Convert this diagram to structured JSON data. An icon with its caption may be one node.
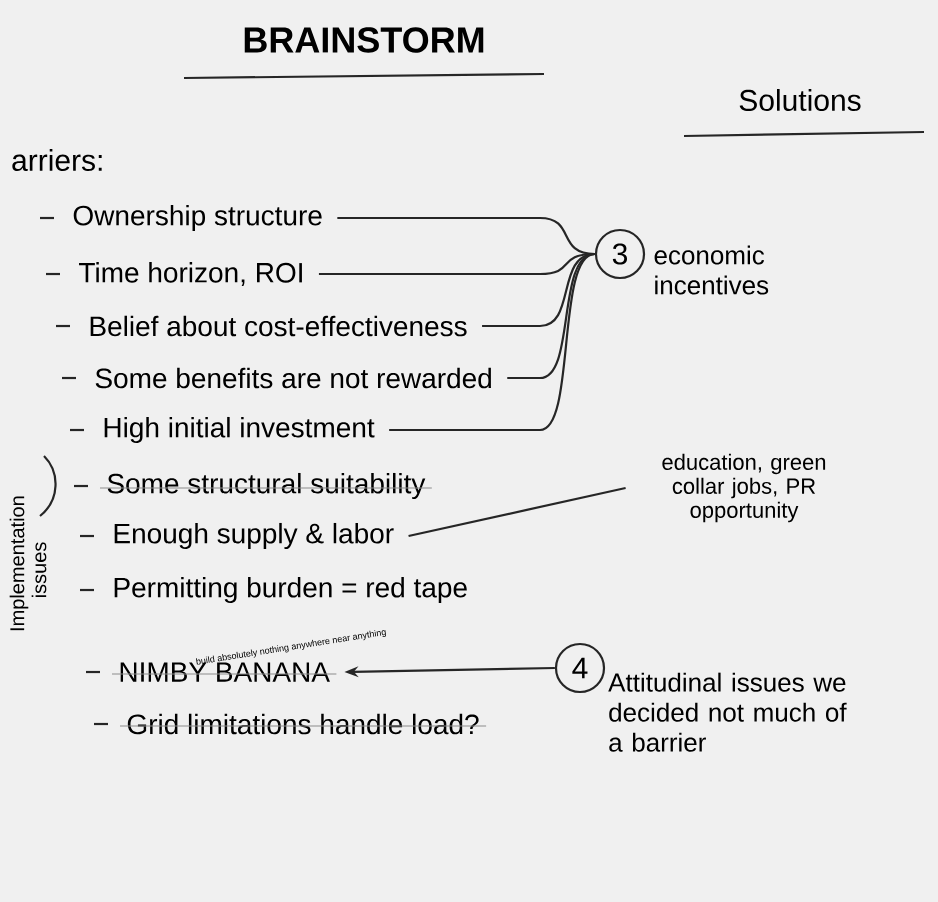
{
  "diagram": {
    "title": "BRAINSTORM",
    "nodes": [
      {
        "text": [
          "Ownership structure"
        ]
      },
      {
        "text": [
          "Time horizon, ROI"
        ]
      },
      {
        "text": [
          "Belief about cost-effectiveness"
        ]
      },
      {
        "text": [
          "Some benefits are not rewarded"
        ]
      },
      {
        "text": [
          "High initial investment"
        ]
      },
      {
        "text": [
          "Some structural suitability"
        ]
      },
      {
        "text": [
          "Enough supply & labor"
        ]
      },
      {
        "text": [
          "Permitting burden = red tape"
        ]
      },
      {
        "text": [
          "NIMBY BANANA"
        ],
        "beside": [
          "build absolutely nothing anywhere near anything"
        ]
      },
      {
        "text": [
          "Grid limitations handle load?"
        ]
      },
      {
        "text": [
          "3"
        ],
        "beside": [
          "economic incentives"
        ]
      },
      {
        "text": [
          "education, green collar jobs, PR opportunity"
        ]
      },
      {
        "text": [
          "4"
        ],
        "beside": [
          "Attitudinal issues we decided not much of a barrier"
        ]
      }
    ],
    "edges": [
      {
        "from": 0,
        "to": 10,
        "arrow": "none"
      },
      {
        "from": 1,
        "to": 10,
        "arrow": "none"
      },
      {
        "from": 2,
        "to": 10,
        "arrow": "none"
      },
      {
        "from": 3,
        "to": 10,
        "arrow": "none"
      },
      {
        "from": 4,
        "to": 10,
        "arrow": "none"
      },
      {
        "from": 6,
        "to": 11,
        "arrow": "none"
      },
      {
        "from": 12,
        "to": 8,
        "arrow": "to"
      }
    ],
    "labels": [
      "Solutions",
      "arriers:",
      "Implementation issues"
    ]
  }
}
